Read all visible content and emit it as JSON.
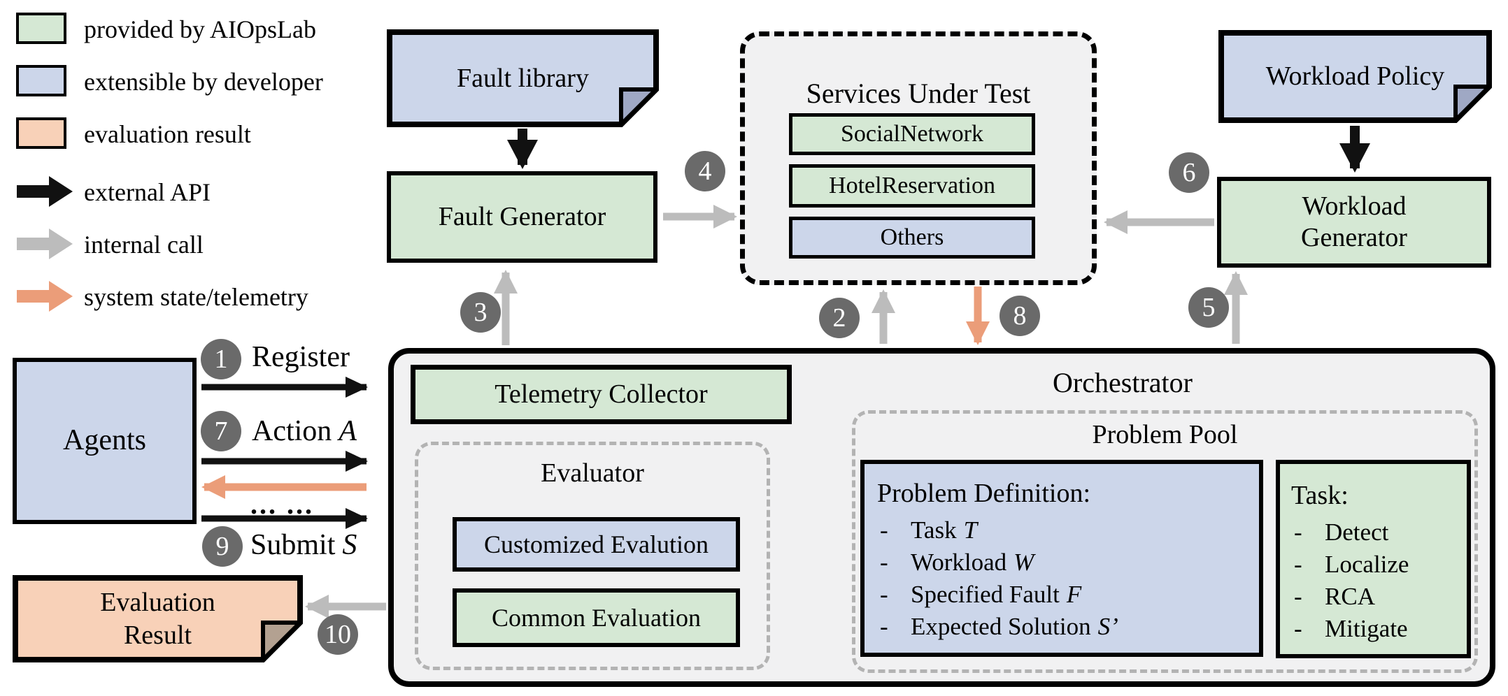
{
  "legend": {
    "items": [
      {
        "kind": "swatch",
        "swatch": "green",
        "label": "provided by AIOpsLab"
      },
      {
        "kind": "swatch",
        "swatch": "blue",
        "label": "extensible by developer"
      },
      {
        "kind": "swatch",
        "swatch": "orange",
        "label": "evaluation result"
      },
      {
        "kind": "arrow",
        "arrow": "black",
        "label": "external API"
      },
      {
        "kind": "arrow",
        "arrow": "gray",
        "label": "internal call"
      },
      {
        "kind": "arrow",
        "arrow": "salmon",
        "label": "system state/telemetry"
      }
    ]
  },
  "nodes": {
    "fault_library": {
      "label": "Fault library"
    },
    "fault_generator": {
      "label": "Fault Generator"
    },
    "workload_policy": {
      "label": "Workload Policy"
    },
    "workload_generator": {
      "line1": "Workload",
      "line2": "Generator"
    },
    "agents": {
      "label": "Agents"
    },
    "evaluation_result": {
      "line1": "Evaluation",
      "line2": "Result"
    },
    "telemetry_collector": {
      "label": "Telemetry Collector"
    },
    "services": {
      "title": "Services Under Test",
      "items": [
        {
          "label": "SocialNetwork",
          "type": "green"
        },
        {
          "label": "HotelReservation",
          "type": "green"
        },
        {
          "label": "Others",
          "type": "blue"
        }
      ]
    },
    "orchestrator": {
      "title": "Orchestrator"
    },
    "evaluator": {
      "title": "Evaluator",
      "boxes": [
        {
          "label": "Customized Evalution",
          "type": "blue"
        },
        {
          "label": "Common Evaluation",
          "type": "green"
        }
      ]
    },
    "problem_pool": {
      "title": "Problem Pool",
      "definition": {
        "title": "Problem Definition:",
        "items": [
          {
            "bullet": "-",
            "text": "Task",
            "var": "T"
          },
          {
            "bullet": "-",
            "text": "Workload",
            "var": "W"
          },
          {
            "bullet": "-",
            "text": "Specified Fault",
            "var": "F"
          },
          {
            "bullet": "-",
            "text": "Expected Solution",
            "var": "S’"
          }
        ]
      },
      "task": {
        "title": "Task:",
        "items": [
          {
            "bullet": "-",
            "text": "Detect"
          },
          {
            "bullet": "-",
            "text": "Localize"
          },
          {
            "bullet": "-",
            "text": "RCA"
          },
          {
            "bullet": "-",
            "text": "Mitigate"
          }
        ]
      }
    }
  },
  "steps": {
    "n1": "1",
    "n2": "2",
    "n3": "3",
    "n4": "4",
    "n5": "5",
    "n6": "6",
    "n7": "7",
    "n8": "8",
    "n9": "9",
    "n10": "10",
    "register": {
      "label": "Register",
      "var": ""
    },
    "action": {
      "label": "Action",
      "var": "A"
    },
    "submit": {
      "label": "Submit",
      "var": "S"
    },
    "ellipsis": "... ..."
  },
  "colors": {
    "green": "#d5e8d4",
    "blue": "#ccd6ea",
    "orange_note": "#f8d1b8",
    "salmon_arrow": "#eb9d79",
    "gray_arrow": "#bcbcbc",
    "badge_gray": "#6a6a6a",
    "panel_gray": "#f1f1f2",
    "black": "#000000",
    "fold_blue": "#9fa8c4",
    "fold_tan": "#b3a191"
  }
}
